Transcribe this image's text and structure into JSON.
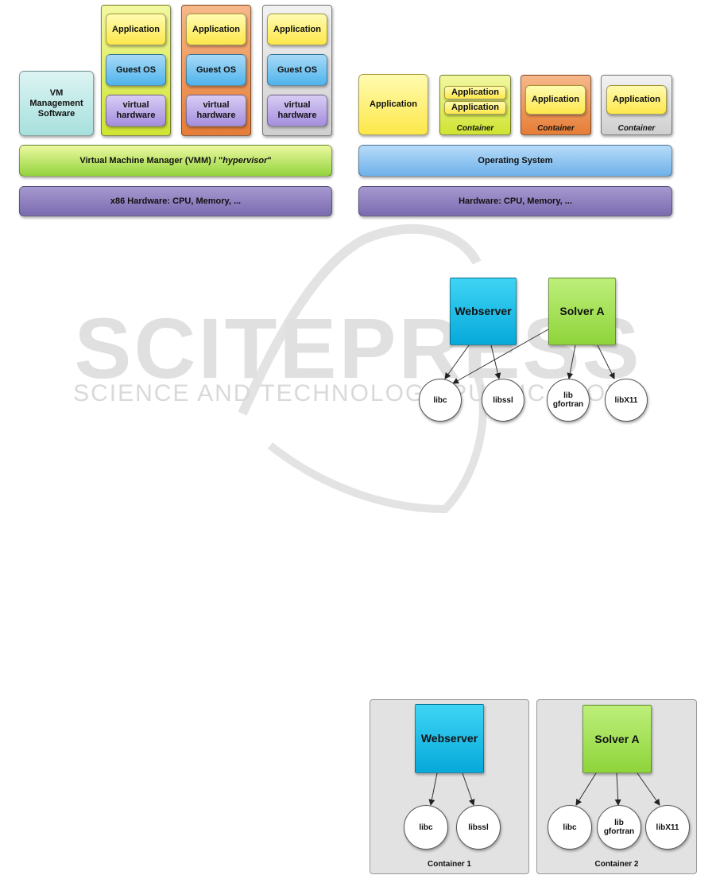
{
  "watermark": {
    "logo_text": "SCITEPRESS",
    "tagline": "SCIENCE AND TECHNOLOGY PUBLICATIONS"
  },
  "vm_diagram": {
    "vm_management": "VM Management Software",
    "application": "Application",
    "guest_os": "Guest OS",
    "virtual_hardware": "virtual hardware",
    "vmm_prefix": "Virtual Machine Manager (VMM) / \"",
    "vmm_italic": "hypervisor",
    "vmm_suffix": "\"",
    "hardware": "x86 Hardware: CPU, Memory, ..."
  },
  "container_diagram": {
    "application": "Application",
    "container": "Container",
    "operating_system": "Operating System",
    "hardware": "Hardware: CPU, Memory, ..."
  },
  "dependency_diagram": {
    "webserver": "Webserver",
    "solver": "Solver A",
    "libc": "libc",
    "libssl": "libssl",
    "libgfortran": "lib gfortran",
    "libx11": "libX11"
  },
  "isolated_diagram": {
    "webserver": "Webserver",
    "solver": "Solver A",
    "libc": "libc",
    "libssl": "libssl",
    "libgfortran": "lib gfortran",
    "libx11": "libX11",
    "container1": "Container 1",
    "container2": "Container 2"
  }
}
